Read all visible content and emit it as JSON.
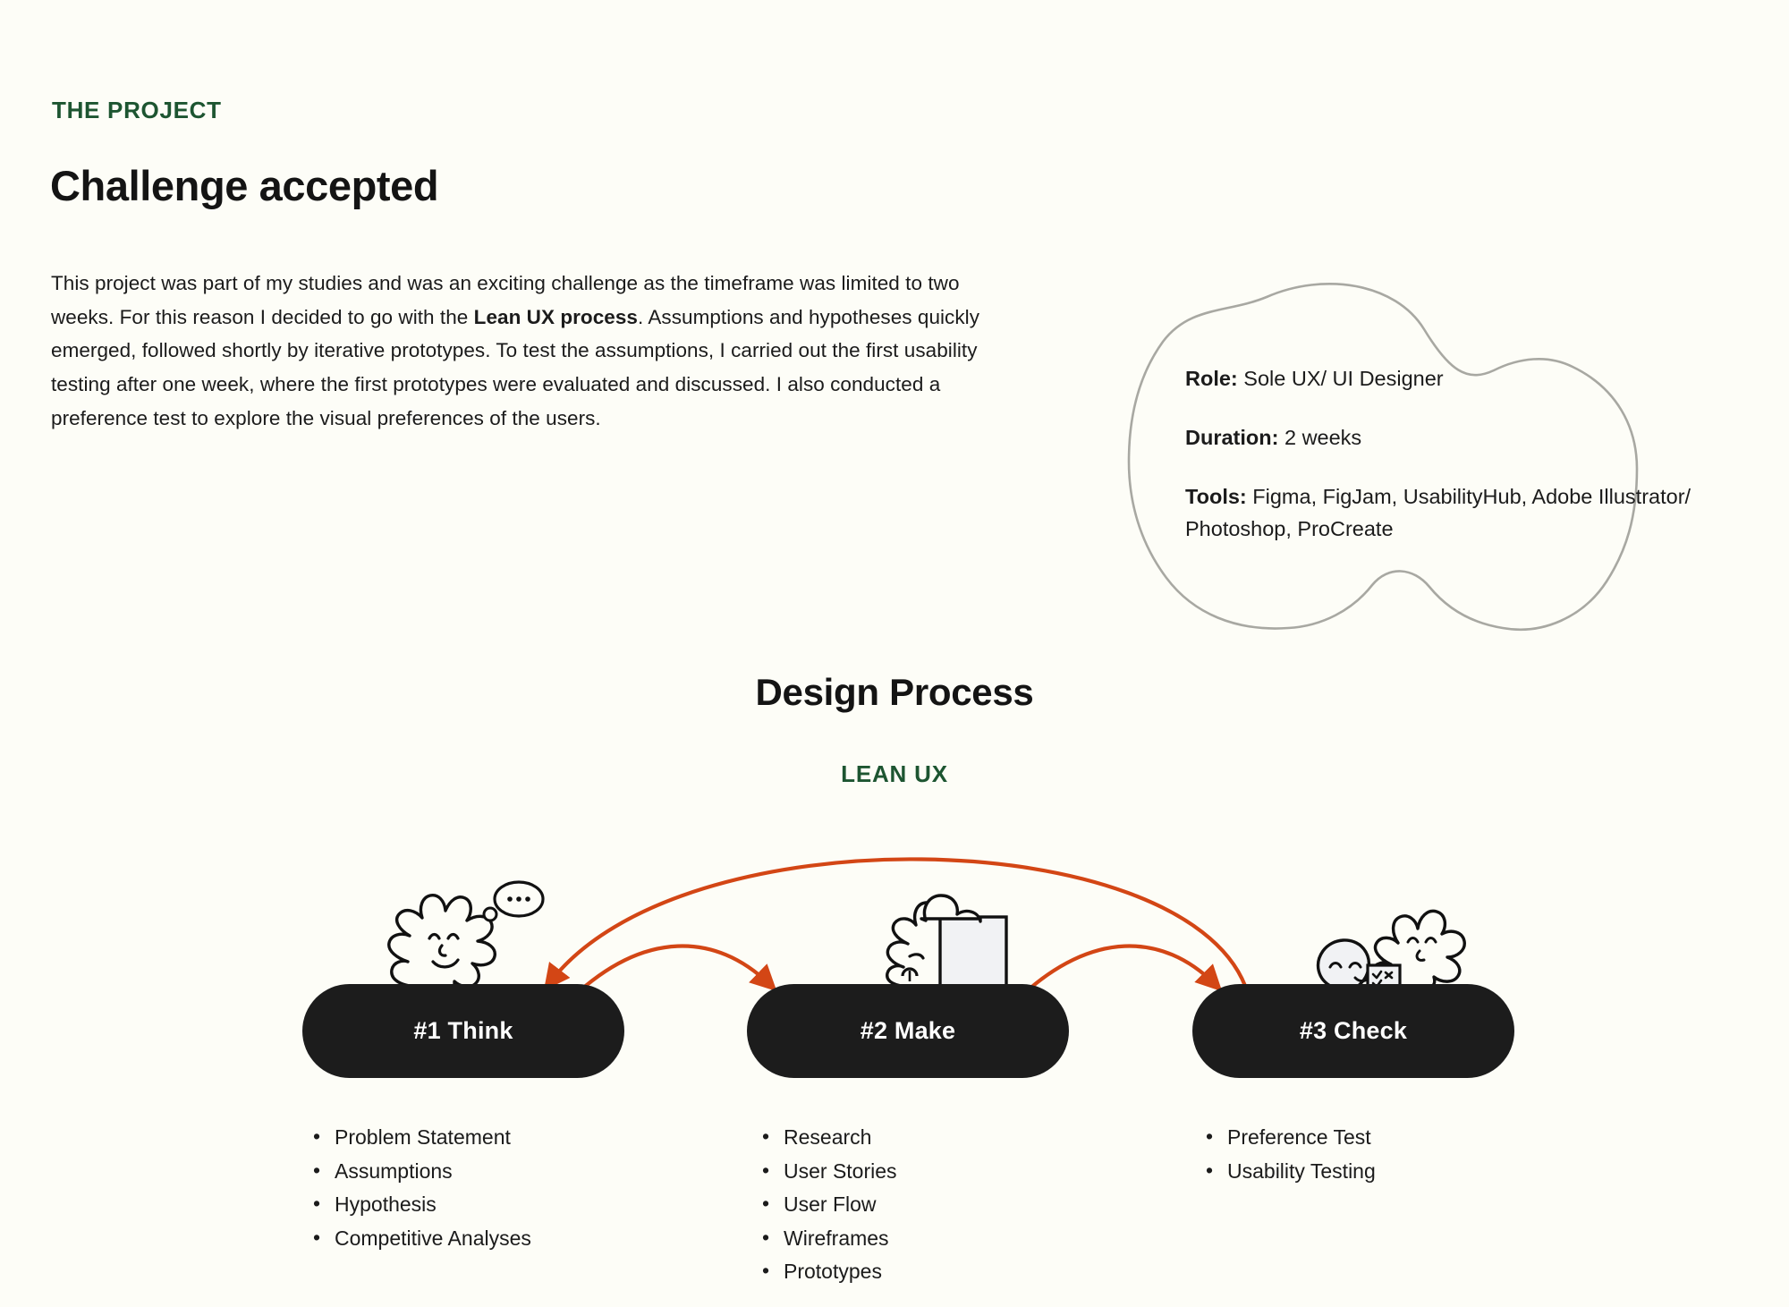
{
  "eyebrow": "THE PROJECT",
  "headline": "Challenge accepted",
  "body": {
    "part1": "This project was part of my studies and was an exciting challenge as the timeframe was limited to two weeks. For this reason I decided to go with the ",
    "bold": "Lean UX process",
    "part2": ". Assumptions and hypotheses quickly emerged, followed shortly by iterative prototypes. To test the assumptions, I carried out the first usability testing after one week, where the first prototypes were evaluated and discussed. I also conducted a preference test to explore the visual preferences of the users."
  },
  "cloud": {
    "role_label": "Role:",
    "role_value": " Sole UX/ UI Designer",
    "duration_label": "Duration:",
    "duration_value": "  2 weeks",
    "tools_label": "Tools:",
    "tools_value": " Figma, FigJam, UsabilityHub, Adobe Illustrator/ Photoshop, ProCreate"
  },
  "section": {
    "title": "Design Process",
    "subtitle": "LEAN UX"
  },
  "stages": [
    {
      "label": "#1  Think",
      "icon": "blob-thinking-icon",
      "items": [
        "Problem Statement",
        "Assumptions",
        "Hypothesis",
        "Competitive Analyses"
      ]
    },
    {
      "label": "#2 Make",
      "icon": "blob-with-board-icon",
      "items": [
        "Research",
        "User Stories",
        "User Flow",
        "Wireframes",
        "Prototypes"
      ]
    },
    {
      "label": "#3 Check",
      "icon": "blob-with-checklist-icon",
      "items": [
        "Preference Test",
        "Usability Testing"
      ]
    }
  ],
  "colors": {
    "background": "#fdfdf7",
    "accent_green": "#1d5531",
    "pill_dark": "#1c1c1c",
    "arrow_orange": "#d34615",
    "cloud_outline": "#a8a8a2",
    "text": "#1b1b1b"
  }
}
